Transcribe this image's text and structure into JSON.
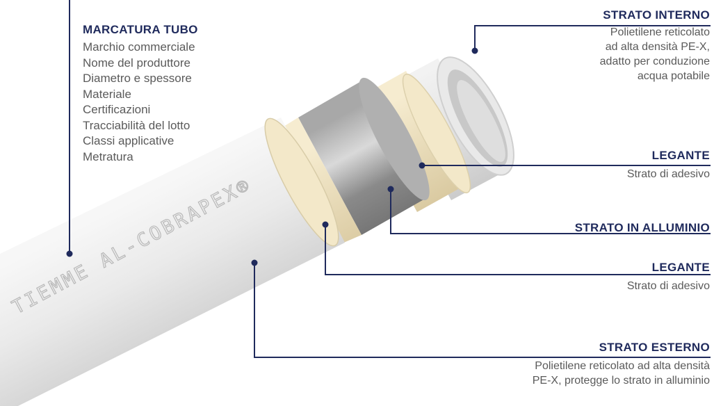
{
  "labels": {
    "marcatura": {
      "title": "MARCATURA TUBO",
      "items": [
        "Marchio commerciale",
        "Nome del produttore",
        "Diametro e spessore",
        "Materiale",
        "Certificazioni",
        "Tracciabilità del lotto",
        "Classi applicative",
        "Metratura"
      ]
    },
    "strato_interno": {
      "title": "STRATO INTERNO",
      "lines": [
        "Polietilene reticolato",
        "ad alta densità PE-X,",
        "adatto per conduzione",
        "acqua potabile"
      ]
    },
    "legante_1": {
      "title": "LEGANTE",
      "lines": [
        "Strato di adesivo"
      ]
    },
    "strato_alluminio": {
      "title": "STRATO IN ALLUMINIO"
    },
    "legante_2": {
      "title": "LEGANTE",
      "lines": [
        "Strato di adesivo"
      ]
    },
    "strato_esterno": {
      "title": "STRATO ESTERNO",
      "lines": [
        "Polietilene reticolato ad alta densità",
        "PE-X, protegge lo strato in alluminio"
      ]
    }
  },
  "pipe_marking": "TIEMME AL-COBRAPEX®",
  "colors": {
    "title_navy": "#1f2a5c",
    "leader_line": "#1f2a5c",
    "pe_x_white": "#ececec",
    "aluminium_grey": "#8f8f8f",
    "adhesive_cream": "#efe3c2",
    "body_text": "#5a5a5a"
  }
}
